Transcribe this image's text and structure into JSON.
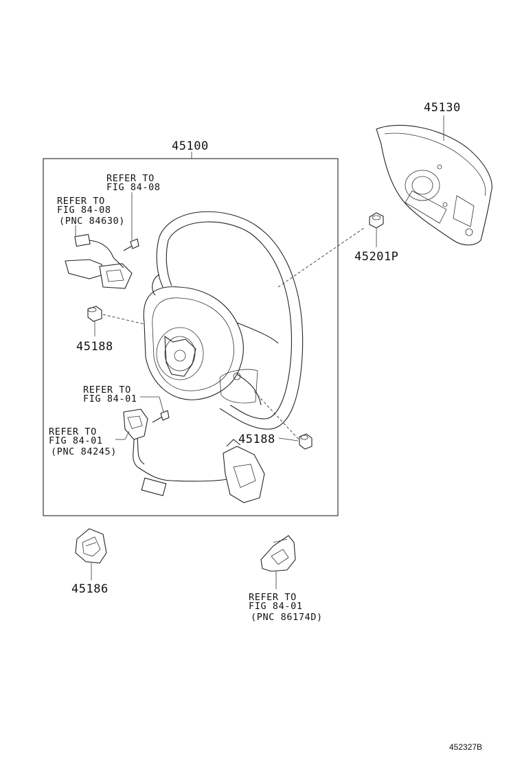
{
  "parts": {
    "wheel": "45100",
    "airbag": "45130",
    "nut": "45201P",
    "cover_left": "45188",
    "cover_right": "45188",
    "lower_cover": "45186"
  },
  "refs": {
    "top_center": {
      "line1": "REFER TO",
      "line2": "FIG 84-08"
    },
    "top_left": {
      "line1": "REFER TO",
      "line2": "FIG 84-08",
      "line3": "(PNC 84630)"
    },
    "mid_left": {
      "line1": "REFER TO",
      "line2": "FIG 84-01"
    },
    "lower_left": {
      "line1": "REFER TO",
      "line2": "FIG 84-01",
      "line3": "(PNC 84245)"
    },
    "bottom_center": {
      "line1": "REFER TO",
      "line2": "FIG 84-01",
      "line3": "(PNC 86174D)"
    }
  },
  "diagram_code": "452327B"
}
